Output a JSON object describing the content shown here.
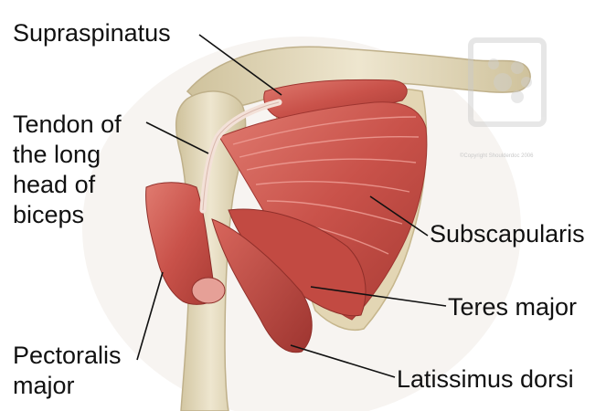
{
  "labels": {
    "supraspinatus": "Supraspinatus",
    "tendon": [
      "Tendon of",
      "the long",
      "head of",
      "biceps"
    ],
    "subscapularis": "Subscapularis",
    "teres_major": "Teres major",
    "pectoralis": [
      "Pectoralis",
      "major"
    ],
    "latissimus": "Latissimus dorsi"
  },
  "watermark": {
    "copyright": "©Copyright Shoulderdoc 2006"
  },
  "colors": {
    "bone": "#e6dcc0",
    "bone_shadow": "#c9bb95",
    "muscle": "#c9524a",
    "muscle_dark": "#9e3530",
    "muscle_light": "#e07b70",
    "tendon": "#f1ddd3",
    "leader": "#111111"
  }
}
